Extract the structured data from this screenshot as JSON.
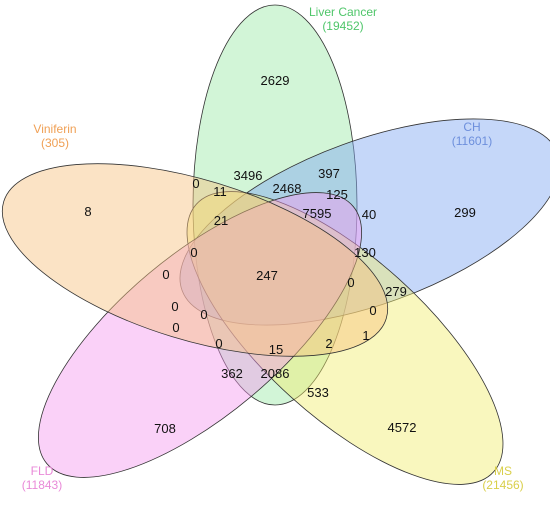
{
  "sets": [
    {
      "key": "lc",
      "name": "Liver Cancer",
      "size": "(19452)",
      "color": "#4fc66a",
      "fill": "#9be8a6"
    },
    {
      "key": "vin",
      "name": "Viniferin",
      "size": "(305)",
      "color": "#f0a055",
      "fill": "#f6c07f"
    },
    {
      "key": "ch",
      "name": "CH",
      "size": "(11601)",
      "color": "#6d8fdc",
      "fill": "#7fa6f2"
    },
    {
      "key": "fld",
      "name": "FLD",
      "size": "(11843)",
      "color": "#e98ad8",
      "fill": "#f49af0"
    },
    {
      "key": "ms",
      "name": "MS",
      "size": "(21456)",
      "color": "#d9cf4a",
      "fill": "#f2ee6e"
    }
  ],
  "regions": [
    {
      "id": "lc_only",
      "value": "2629"
    },
    {
      "id": "vin_only",
      "value": "8"
    },
    {
      "id": "ch_only",
      "value": "299"
    },
    {
      "id": "fld_only",
      "value": "708"
    },
    {
      "id": "ms_only",
      "value": "4572"
    },
    {
      "id": "r_3496",
      "value": "3496"
    },
    {
      "id": "r_397",
      "value": "397"
    },
    {
      "id": "r_0_a",
      "value": "0"
    },
    {
      "id": "r_11",
      "value": "11"
    },
    {
      "id": "r_2468",
      "value": "2468"
    },
    {
      "id": "r_125",
      "value": "125"
    },
    {
      "id": "r_21",
      "value": "21"
    },
    {
      "id": "r_7595",
      "value": "7595"
    },
    {
      "id": "r_40",
      "value": "40"
    },
    {
      "id": "r_0_b",
      "value": "0"
    },
    {
      "id": "r_130",
      "value": "130"
    },
    {
      "id": "r_0_c",
      "value": "0"
    },
    {
      "id": "r_247",
      "value": "247"
    },
    {
      "id": "r_0_d",
      "value": "0"
    },
    {
      "id": "r_279",
      "value": "279"
    },
    {
      "id": "r_0_e",
      "value": "0"
    },
    {
      "id": "r_0_f",
      "value": "0"
    },
    {
      "id": "r_0_g",
      "value": "0"
    },
    {
      "id": "r_0_h",
      "value": "0"
    },
    {
      "id": "r_1",
      "value": "1"
    },
    {
      "id": "r_0_i",
      "value": "0"
    },
    {
      "id": "r_15",
      "value": "15"
    },
    {
      "id": "r_2",
      "value": "2"
    },
    {
      "id": "r_362",
      "value": "362"
    },
    {
      "id": "r_2086",
      "value": "2086"
    },
    {
      "id": "r_533",
      "value": "533"
    }
  ]
}
